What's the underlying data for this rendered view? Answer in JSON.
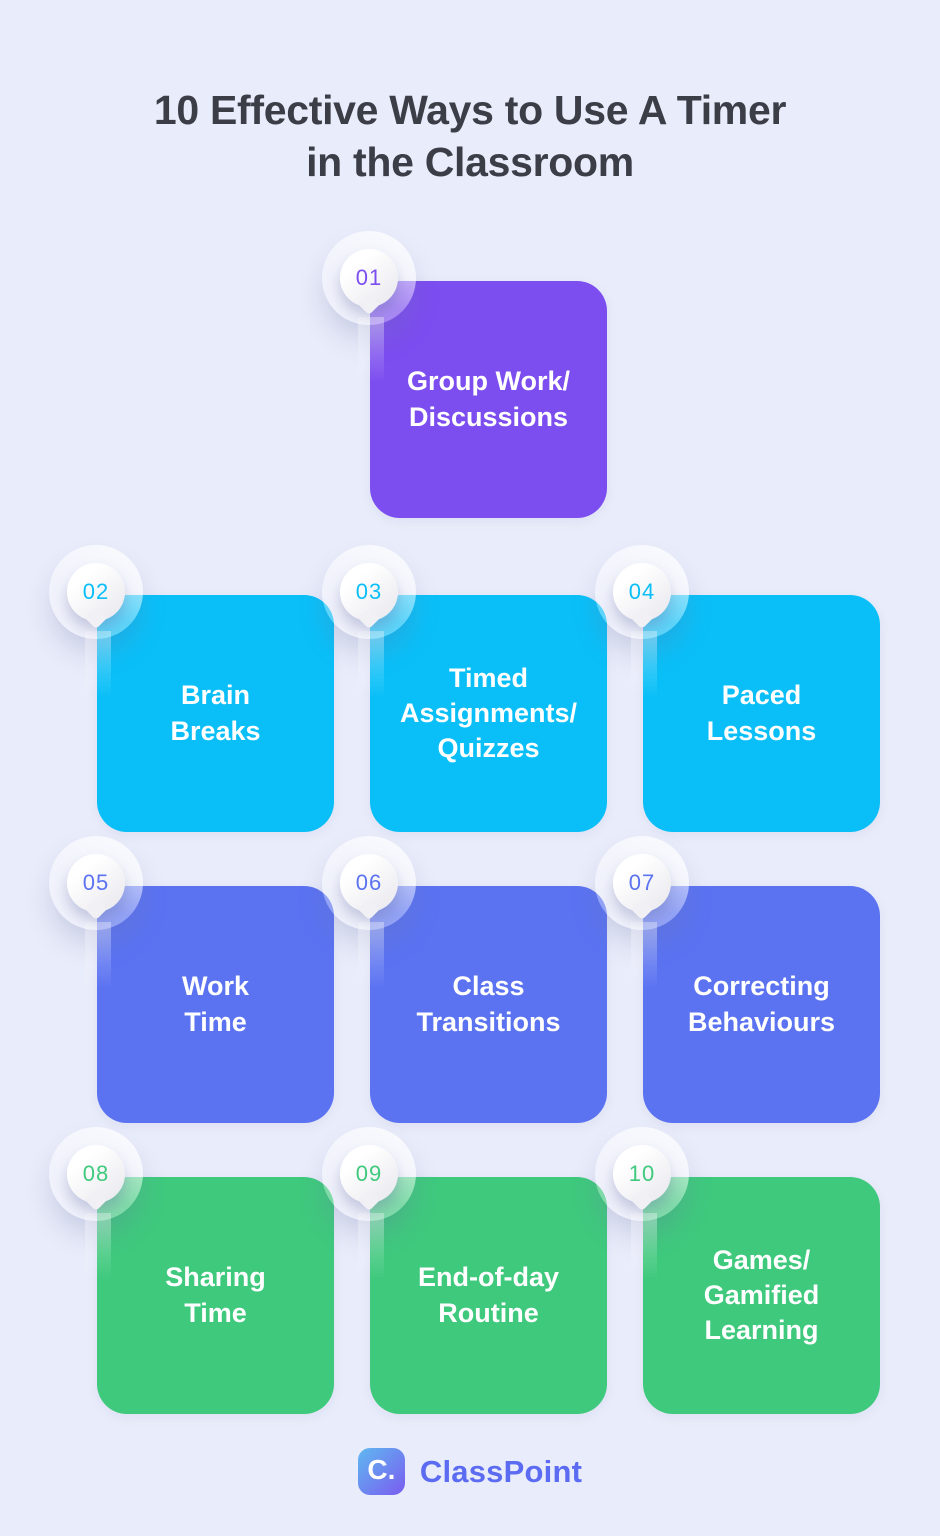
{
  "title": "10 Effective Ways to Use A Timer\nin the Classroom",
  "palette": {
    "background": "#E9ECFA",
    "title_text": "#3B3E47",
    "card_text": "#FFFFFF",
    "purple": "#7C4DEF",
    "cyan": "#0ABFF7",
    "blue": "#5B73F1",
    "green": "#3FC97D",
    "brand_text": "#5B6BF2",
    "logo_gradient_from": "#5FB9F1",
    "logo_gradient_to": "#7A5BEF"
  },
  "cards": [
    {
      "number": "01",
      "label": "Group Work/\nDiscussions",
      "color": "purple"
    },
    {
      "number": "02",
      "label": "Brain\nBreaks",
      "color": "cyan"
    },
    {
      "number": "03",
      "label": "Timed\nAssignments/\nQuizzes",
      "color": "cyan"
    },
    {
      "number": "04",
      "label": "Paced\nLessons",
      "color": "cyan"
    },
    {
      "number": "05",
      "label": "Work\nTime",
      "color": "blue"
    },
    {
      "number": "06",
      "label": "Class\nTransitions",
      "color": "blue"
    },
    {
      "number": "07",
      "label": "Correcting\nBehaviours",
      "color": "blue"
    },
    {
      "number": "08",
      "label": "Sharing\nTime",
      "color": "green"
    },
    {
      "number": "09",
      "label": "End-of-day\nRoutine",
      "color": "green"
    },
    {
      "number": "10",
      "label": "Games/\nGamified\nLearning",
      "color": "green"
    }
  ],
  "footer": {
    "brand": "ClassPoint",
    "logo_glyph": "C."
  }
}
